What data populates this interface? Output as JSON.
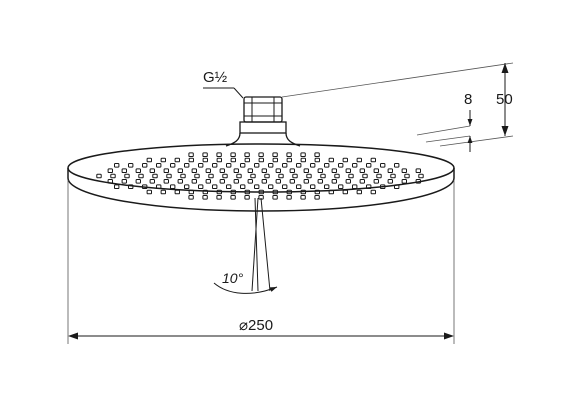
{
  "labels": {
    "thread": "G½",
    "height_small": "8",
    "height_total": "50",
    "angle": "10°",
    "diameter": "⌀250"
  },
  "colors": {
    "line": "#1a1a1a",
    "extension": "#555555",
    "background": "#ffffff"
  }
}
